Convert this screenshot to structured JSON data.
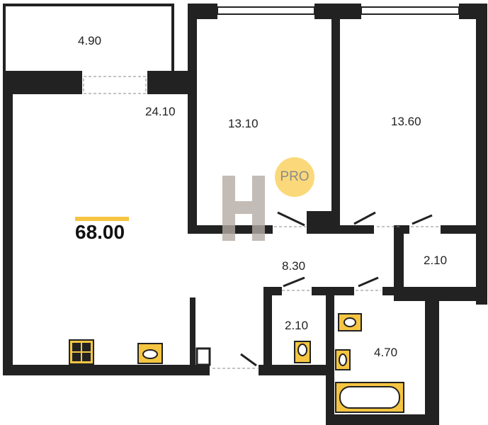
{
  "total_area": "68.00",
  "badge": "PRO",
  "rooms": {
    "balcony": "4.90",
    "living": "24.10",
    "bedroom1": "13.10",
    "bedroom2": "13.60",
    "hall": "8.30",
    "storage": "2.10",
    "toilet": "2.10",
    "bathroom": "4.70"
  },
  "colors": {
    "wall": "#222222",
    "accent": "#f5c542",
    "fixture": "#f5c542"
  }
}
